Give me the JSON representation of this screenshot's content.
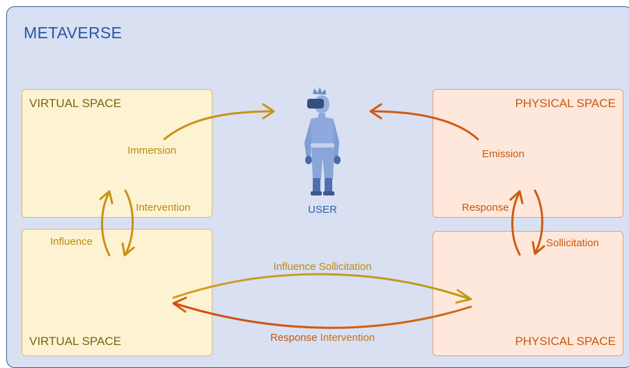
{
  "diagram": {
    "title": "METAVERSE",
    "boxes": {
      "virtual_top": "VIRTUAL SPACE",
      "virtual_bottom": "VIRTUAL SPACE",
      "physical_top": "PHYSICAL SPACE",
      "physical_bottom": "PHYSICAL SPACE"
    },
    "user_label": "USER",
    "arrows": {
      "immersion": "Immersion",
      "emission": "Emission",
      "intervention": "Intervention",
      "influence": "Influence",
      "response": "Response",
      "sollicitation": "Sollicitation",
      "top_horizontal": {
        "part1": "Influence",
        "part2": "Sollicitation"
      },
      "bottom_horizontal": {
        "part1": "Response",
        "part2": "Intervention"
      }
    },
    "colors": {
      "background": "#d9e0f1",
      "frame_border": "#35589c",
      "title": "#2a56a4",
      "virtual_fill": "#fdf3d3",
      "virtual_border": "#e2b765",
      "physical_fill": "#fde8db",
      "physical_border": "#ee9a6d",
      "gold_arrow": "#c99116",
      "orange_arrow": "#cf5a12",
      "user_figure": "#7f9ed3"
    }
  }
}
